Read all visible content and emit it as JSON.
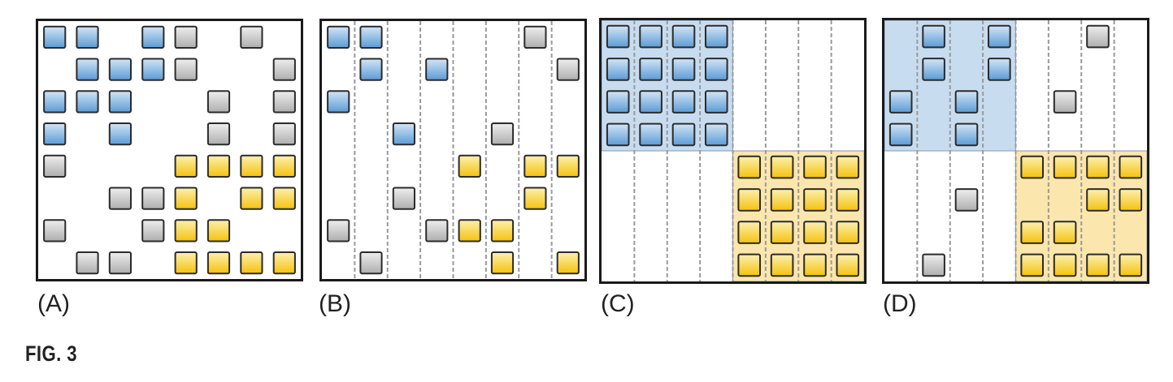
{
  "figure": {
    "caption": "FIG. 3",
    "colors": {
      "blue_top": "#d3e5f6",
      "blue_bottom": "#5b9bd5",
      "gray_top": "#eeeeee",
      "gray_bottom": "#aeaeae",
      "yellow_top": "#fdf0b0",
      "yellow_bottom": "#f4c20d",
      "square_border": "#2b2b2b",
      "blue_region": "#c8dcef",
      "yellow_region": "#fbe6ad",
      "dash_line": "#9a9a9a"
    },
    "legend": {
      "B": "blue",
      "G": "gray",
      "Y": "yellow"
    },
    "panels": [
      {
        "label": "(A)",
        "dashed_columns": false,
        "regions": [],
        "grid": [
          "BB.BG.G.",
          ".BBBG..G",
          "BBB..G.G",
          "B.B..G.G",
          "G...YYYY",
          "..GGY.YY",
          "G..GYY..",
          ".GG.YYYY"
        ]
      },
      {
        "label": "(B)",
        "dashed_columns": true,
        "regions": [],
        "grid": [
          "BB....G.",
          ".B.B...G",
          "B.......",
          "..B..G..",
          "....Y.YY",
          "..G...Y.",
          "G..GYY..",
          ".G...Y.Y"
        ]
      },
      {
        "label": "(C)",
        "dashed_columns": true,
        "regions": [
          {
            "color": "blue",
            "rows": [
              0,
              3
            ],
            "cols": [
              0,
              3
            ]
          },
          {
            "color": "yellow",
            "rows": [
              4,
              7
            ],
            "cols": [
              4,
              7
            ]
          }
        ],
        "grid": [
          "BBBB....",
          "BBBB....",
          "BBBB....",
          "BBBB....",
          "....YYYY",
          "....YYYY",
          "....YYYY",
          "....YYYY"
        ]
      },
      {
        "label": "(D)",
        "dashed_columns": true,
        "regions": [
          {
            "color": "blue",
            "rows": [
              0,
              3
            ],
            "cols": [
              0,
              3
            ]
          },
          {
            "color": "yellow",
            "rows": [
              4,
              7
            ],
            "cols": [
              4,
              7
            ]
          }
        ],
        "grid": [
          ".B.B..G.",
          ".B.B....",
          "B.B..G..",
          "B.B.....",
          "....YYYY",
          "..G...YY",
          "....YY..",
          ".G..YYYY"
        ]
      }
    ]
  }
}
